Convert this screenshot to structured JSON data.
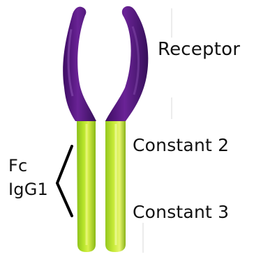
{
  "labels": {
    "receptor": "Receptor",
    "constant_2": "Constant 2",
    "constant_3": "Constant 3",
    "fc": "Fc",
    "igg1": "IgG1"
  },
  "colors": {
    "receptor": "#5a1482",
    "constant": "#a8d622",
    "guide_lines": "#cccccc",
    "bracket": "#000000"
  }
}
